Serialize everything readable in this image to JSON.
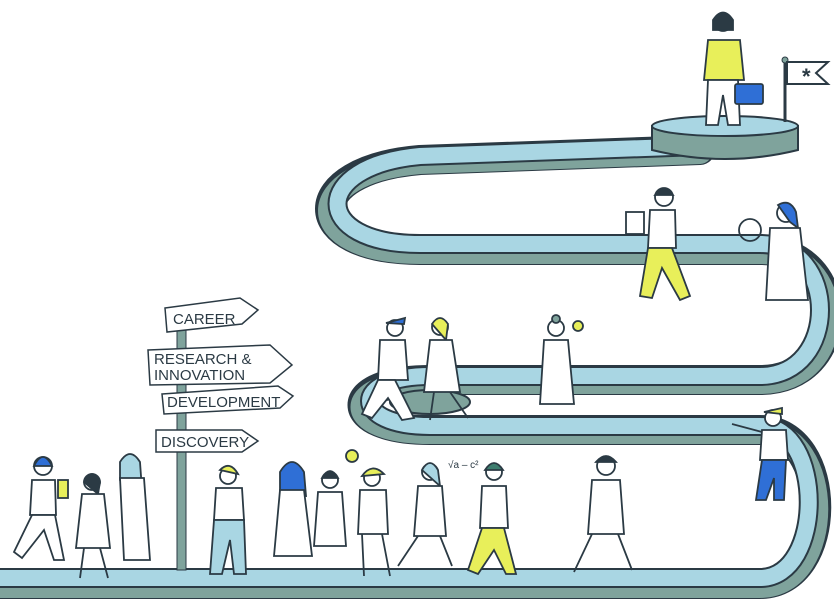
{
  "signpost": {
    "career": "CAREER",
    "research_line1": "RESEARCH &",
    "research_line2": "INNOVATION",
    "development": "DEVELOPMENT",
    "discovery": "DISCOVERY"
  },
  "flag": {
    "symbol": "*"
  },
  "doodles": {
    "formula": "√a – c²"
  },
  "colors": {
    "road": "#a9d6e3",
    "road_side": "#7fa39c",
    "outline": "#2b3a44",
    "accent_yellow": "#e8ef5a",
    "accent_blue": "#2f6fd6"
  }
}
